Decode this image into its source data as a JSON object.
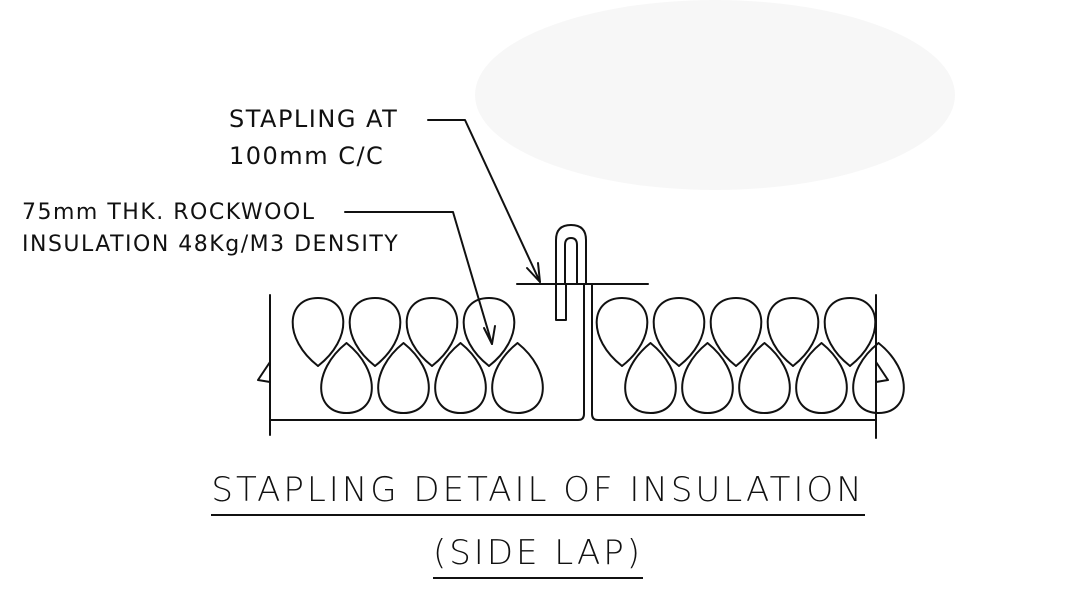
{
  "labels": {
    "stapling_line1": "STAPLING AT",
    "stapling_line2": "100mm C/C",
    "insulation_line1": "75mm THK. ROCKWOOL",
    "insulation_line2": "INSULATION 48Kg/M3 DENSITY"
  },
  "title": {
    "main": "STAPLING DETAIL OF INSULATION",
    "sub": "(SIDE LAP)"
  }
}
